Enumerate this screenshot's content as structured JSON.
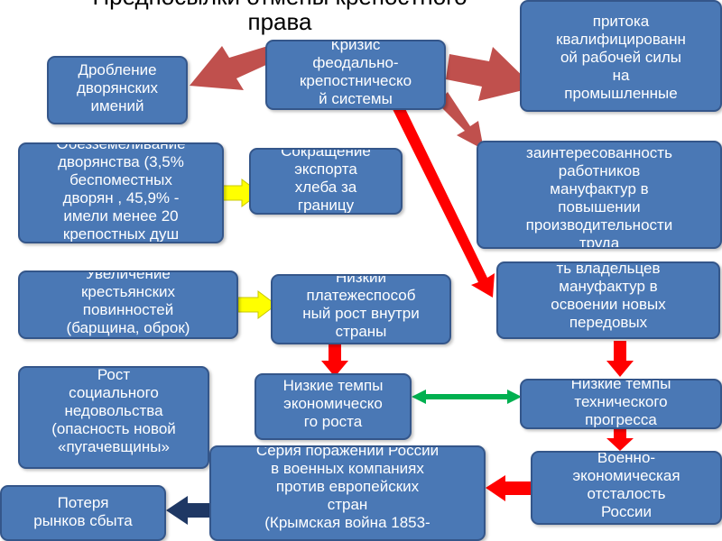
{
  "title": {
    "line1": "Предпосылки отмены крепостного",
    "line2": "права"
  },
  "boxes": {
    "crisis": [
      "Кризис",
      "феодально-",
      "крепостническо",
      "й системы"
    ],
    "division": [
      "Дробление",
      "дворянских",
      "имений"
    ],
    "influx": [
      "притока",
      "квалифицированн",
      "ой рабочей силы",
      "на",
      "промышленные"
    ],
    "impoverish": [
      "Обезземеливание",
      "дворянства (3,5%",
      "беспоместных",
      "дворян , 45,9% -",
      "имели менее 20",
      "крепостных душ"
    ],
    "export": [
      "Сокращение",
      "экспорта",
      "хлеба за",
      "границу"
    ],
    "interest": [
      "заинтересованность",
      "работников",
      "мануфактур в",
      "повышении",
      "производительности",
      "труда"
    ],
    "duties": [
      "Увеличение",
      "крестьянских",
      "повинностей",
      "(барщина, оброк)"
    ],
    "solvency": [
      "Низкий",
      "платежеспособ",
      "ный рост внутри",
      "страны"
    ],
    "owners": [
      "ть владельцев",
      "мануфактур в",
      "освоении новых",
      "передовых"
    ],
    "discontent": [
      "Рост",
      "социального",
      "недовольства",
      "(опасность новой",
      "«пугачевщины»"
    ],
    "econ": [
      "Низкие темпы",
      "экономическо",
      "го роста"
    ],
    "tech": [
      "Низкие темпы",
      "технического",
      "прогресса"
    ],
    "defeat": [
      "Серия поражений России",
      "в военных компаниях",
      "против европейских",
      "стран",
      "(Крымская война 1853-"
    ],
    "military": [
      "Военно-",
      "экономическая",
      "отсталость",
      "России"
    ],
    "markets": [
      "Потеря",
      "рынков сбыта"
    ]
  },
  "colors": {
    "box_fill": "#4a78b5",
    "box_border": "#34568a",
    "arrow_dark_red": "#c0504d",
    "arrow_red": "#ff0000",
    "arrow_yellow": "#ffff00",
    "arrow_green": "#00b050",
    "arrow_navy": "#1f3864"
  }
}
